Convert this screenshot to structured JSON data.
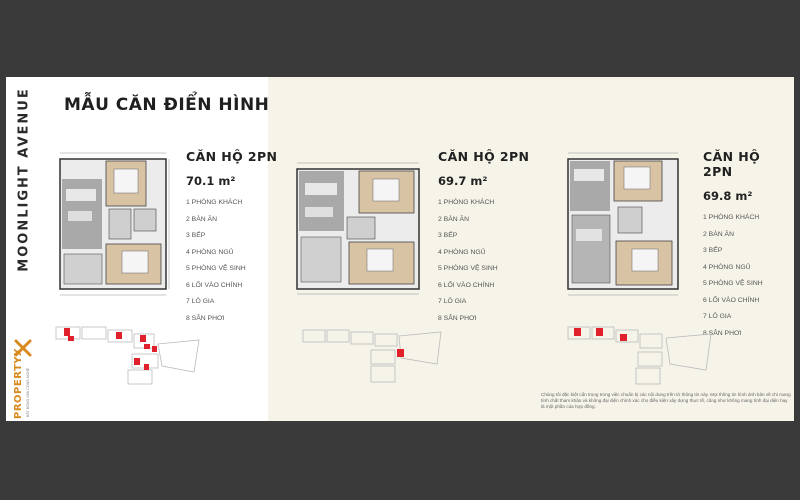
{
  "header": {
    "brand_vertical": "MOONLIGHT AVENUE",
    "title": "MẪU CĂN ĐIỂN HÌNH"
  },
  "logo": {
    "text": "PROPERTYX",
    "tagline": "BẤT ĐỘNG SẢN CÔNG NGHỆ",
    "accent_color": "#d98a1f"
  },
  "units": [
    {
      "type": "CĂN HỘ 2PN",
      "area": "70.1 m²",
      "rooms": [
        "1  PHÒNG KHÁCH",
        "2  BÀN ĂN",
        "3  BẾP",
        "4  PHÒNG NGỦ",
        "5  PHÒNG VỆ SINH",
        "6  LỐI VÀO CHÍNH",
        "7  LÔ GIA",
        "8  SÂN PHƠI"
      ]
    },
    {
      "type": "CĂN HỘ 2PN",
      "area": "69.7 m²",
      "rooms": [
        "1  PHÒNG KHÁCH",
        "2  BÀN ĂN",
        "3  BẾP",
        "4  PHÒNG NGỦ",
        "5  PHÒNG VỆ SINH",
        "6  LỐI VÀO CHÍNH",
        "7  LÔ GIA",
        "8  SÂN PHƠI"
      ]
    },
    {
      "type": "CĂN HỘ 2PN",
      "area": "69.8 m²",
      "rooms": [
        "1  PHÒNG KHÁCH",
        "2  BÀN ĂN",
        "3  BẾP",
        "4  PHÒNG NGỦ",
        "5  PHÒNG VỆ SINH",
        "6  LỐI VÀO CHÍNH",
        "7  LÔ GIA",
        "8  SÂN PHƠI"
      ]
    }
  ],
  "disclaimer": "Chúng tôi đặc biệt cẩn trọng trong việc chuẩn bị các nội dung trên tờ thông tin này. Mọi thông tin hình ảnh bản vẽ chỉ mang tính chất tham khảo và không đại diện chính xác cho điều kiện xây dựng thực tế, cũng như không mang tính đại diện hay là một phần của hợp đồng.",
  "colors": {
    "page_bg": "#3a3a3a",
    "sheet_left": "#ffffff",
    "sheet_right": "#f6f3e8",
    "floor_wood": "#d9c3a5",
    "floor_tile": "#9a9a9a",
    "highlight": "#e0202a"
  }
}
